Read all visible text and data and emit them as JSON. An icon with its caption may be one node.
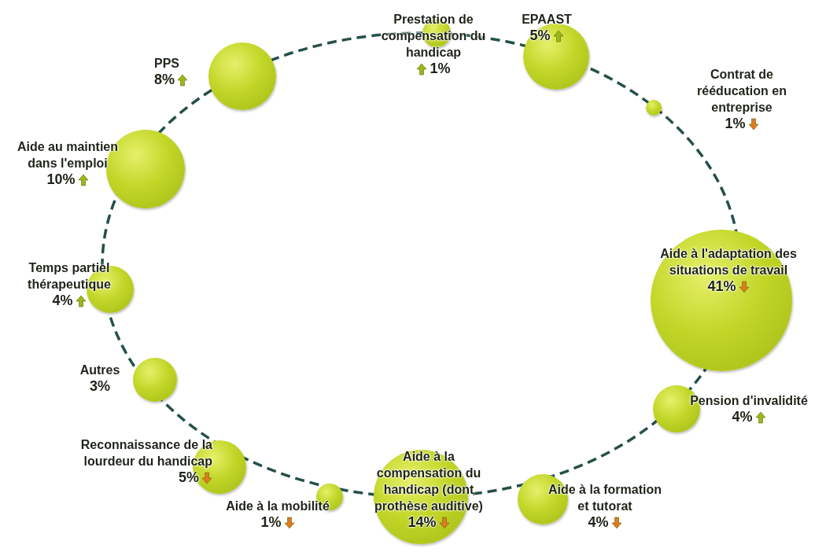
{
  "diagram": {
    "nodes": [
      {
        "text": [
          "PPS",
          "8%"
        ]
      },
      {
        "text": [
          "Prestation de compensation du handicap",
          "1%"
        ]
      },
      {
        "text": [
          "EPAAST",
          "5%"
        ]
      },
      {
        "text": [
          "Contrat de rééducation en entreprise",
          "1%"
        ]
      },
      {
        "text": [
          "Aide à l'adaptation des situations de travail",
          "41%"
        ]
      },
      {
        "text": [
          "Pension d'invalidité",
          "4%"
        ]
      },
      {
        "text": [
          "Aide à la formation et tutorat",
          "4%"
        ]
      },
      {
        "text": [
          "Aide à la compensation du handicap (dont prothèse auditive)",
          "14%"
        ]
      },
      {
        "text": [
          "Aide à la mobilité",
          "1%"
        ]
      },
      {
        "text": [
          "Reconnaissance de la lourdeur du handicap",
          "5%"
        ]
      },
      {
        "text": [
          "Autres",
          "3%"
        ]
      },
      {
        "text": [
          "Temps partiel thérapeutique",
          "4%"
        ]
      },
      {
        "text": [
          "Aide au maintien dans l'emploi",
          "10%"
        ]
      }
    ]
  }
}
